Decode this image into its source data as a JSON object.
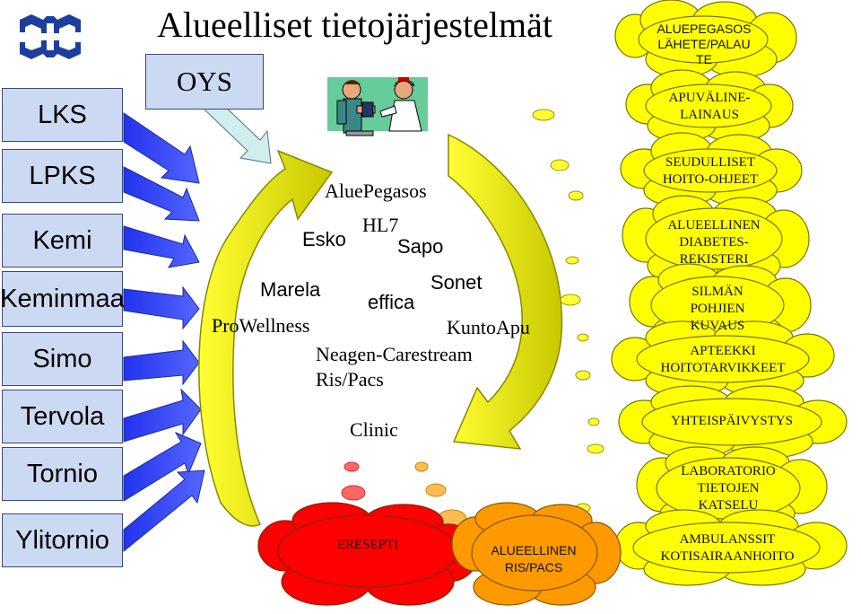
{
  "title": "Alueelliset tietojärjestelmät",
  "hospital": "OYS",
  "municipalities": [
    "LKS",
    "LPKS",
    "Kemi",
    "Keminmaa",
    "Simo",
    "Tervola",
    "Tornio",
    "Ylitornio"
  ],
  "systems": {
    "aluepegasos": "AluePegasos",
    "hl7": "HL7",
    "esko": "Esko",
    "sapo": "Sapo",
    "marela": "Marela",
    "sonet": "Sonet",
    "effica": "effica",
    "prowellness": "ProWellness",
    "kuntoapu": "KuntoApu",
    "neagen": "Neagen-Carestream",
    "rispacs": "Ris/Pacs",
    "clinic": "Clinic"
  },
  "clouds": [
    "ALUEPEGASOS\nLÄHETE/PALAU\nTE",
    "APUVÄLINE-\nLAINAUS",
    "SEUDULLISET\nHOITO-OHJEET",
    "ALUEELLINEN\nDIABETES-\nREKISTERI",
    "SILMÄN\nPOHJIEN\nKUVAUS",
    "APTEEKKI\nHOITOTARVIKKEET",
    "YHTEISPÄIVYSTYS",
    "LABORATORIO\nTIETOJEN\nKATSELU",
    "AMBULANSSIT\nKOTISAIRAANHOITO"
  ],
  "bottom_clouds": {
    "eresepti": "ERESEPTI",
    "aluerispacs": "ALUEELLINEN\nRIS/PACS"
  },
  "colors": {
    "box_fill": "#ccd9f2",
    "arrow_blue": "#3344ff",
    "cycle_yellow": "#f5f500",
    "cloud_yellow": "#ffff00",
    "cloud_red": "#ff0000",
    "cloud_orange": "#ff9900",
    "logo_blue": "#1e3e9e"
  },
  "icons": [
    "medical-logo-icon",
    "doctor-patient-clipart-icon"
  ]
}
